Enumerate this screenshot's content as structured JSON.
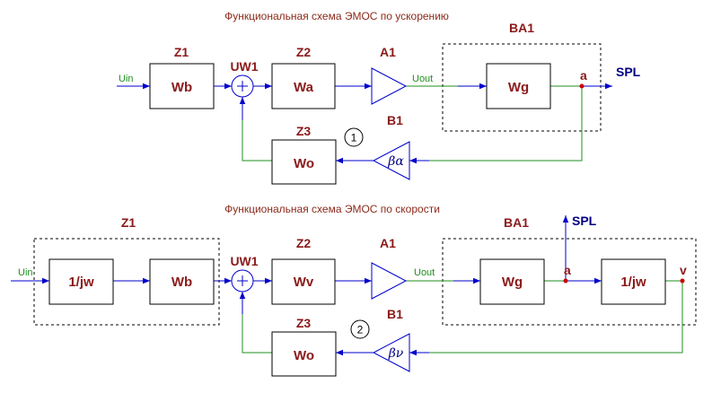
{
  "diagram1": {
    "title": "Функциональная схема ЭМОС по ускорению",
    "labels": {
      "z1": "Z1",
      "uw1": "UW1",
      "z2": "Z2",
      "a1": "A1",
      "ba1": "BA1",
      "b1": "B1",
      "z3": "Z3"
    },
    "blocks": {
      "wb": "Wb",
      "wa": "Wa",
      "wg": "Wg",
      "wo": "Wo"
    },
    "signals": {
      "uin": "Uin",
      "uout": "Uout",
      "node": "a",
      "out": "SPL",
      "gain": "βα",
      "loop": "1"
    }
  },
  "diagram2": {
    "title": "Функциональная схема ЭМОС по скорости",
    "labels": {
      "z1": "Z1",
      "uw1": "UW1",
      "z2": "Z2",
      "a1": "A1",
      "ba1": "BA1",
      "b1": "B1",
      "z3": "Z3"
    },
    "blocks": {
      "int1": "1/jw",
      "wb": "Wb",
      "wv": "Wv",
      "wg": "Wg",
      "int2": "1/jw",
      "wo": "Wo"
    },
    "signals": {
      "uin": "Uin",
      "uout": "Uout",
      "node_a": "a",
      "node_v": "v",
      "out": "SPL",
      "gain": "βν",
      "loop": "2"
    }
  }
}
